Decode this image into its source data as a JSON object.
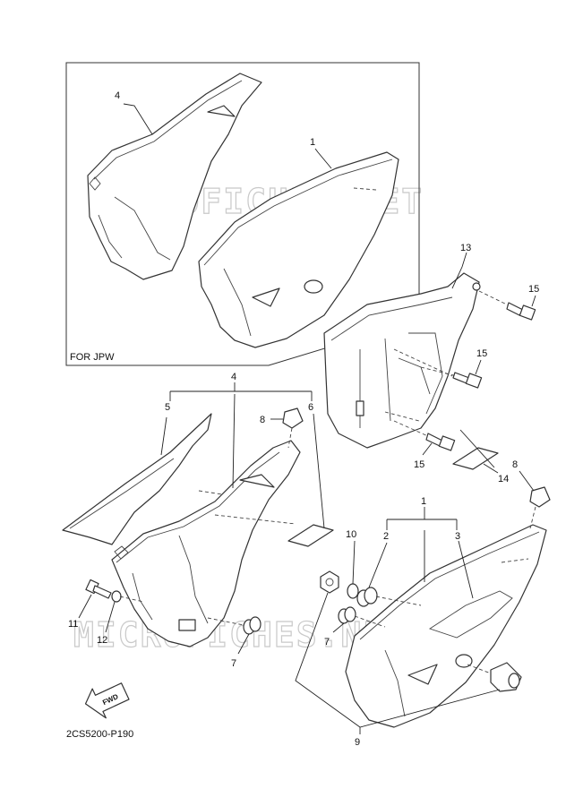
{
  "diagram": {
    "inset_label": "FOR JPW",
    "drawing_code": "2CS5200-P190",
    "watermark": "MICROFICHES.NET",
    "fwd_label": "FWD"
  },
  "callouts": {
    "c1_top": "1",
    "c4_top": "4",
    "c13": "13",
    "c15_a": "15",
    "c15_b": "15",
    "c15_c": "15",
    "c14": "14",
    "c4_mid": "4",
    "c5": "5",
    "c6": "6",
    "c8_left": "8",
    "c8_right": "8",
    "c1_right": "1",
    "c2": "2",
    "c3": "3",
    "c10": "10",
    "c7_left": "7",
    "c7_right": "7",
    "c11": "11",
    "c12": "12",
    "c9": "9"
  }
}
